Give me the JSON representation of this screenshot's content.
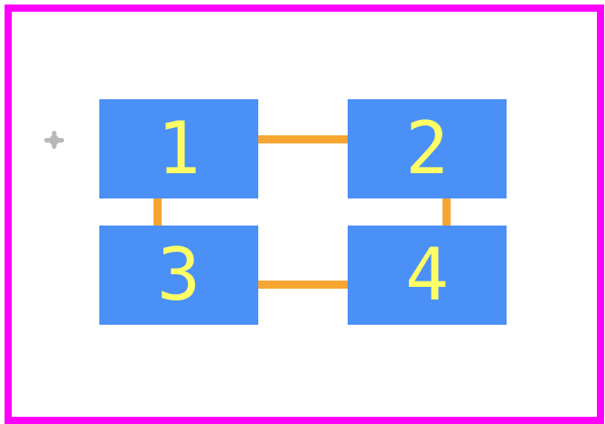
{
  "footprint": {
    "pads": [
      {
        "number": "1"
      },
      {
        "number": "2"
      },
      {
        "number": "3"
      },
      {
        "number": "4"
      }
    ],
    "colors": {
      "courtyard": "#ff00ff",
      "pad": "#4a90f7",
      "pad_label": "#ffff66",
      "connection": "#f7a531",
      "origin_marker": "#b8b8b8",
      "background": "#ffffff"
    },
    "origin_icon": "crosshair-origin-icon"
  }
}
